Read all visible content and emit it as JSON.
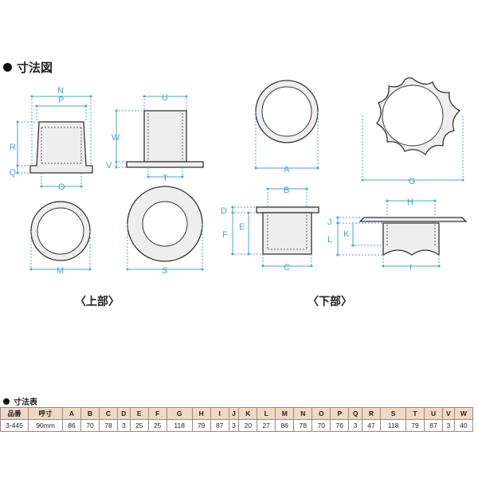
{
  "header": {
    "section_title": "寸法図"
  },
  "captions": {
    "upper": "〈上部〉",
    "lower": "〈下部〉"
  },
  "dim_labels": {
    "N": "N",
    "P": "P",
    "R": "R",
    "Q": "Q",
    "O": "O",
    "M": "M",
    "U": "U",
    "W": "W",
    "V": "V",
    "T": "T",
    "S": "S",
    "A": "A",
    "B": "B",
    "C": "C",
    "D": "D",
    "E": "E",
    "F": "F",
    "G": "G",
    "H": "H",
    "I": "I",
    "J": "J",
    "K": "K",
    "L": "L"
  },
  "table": {
    "title": "寸法表",
    "headers": [
      "品番",
      "呼寸",
      "A",
      "B",
      "C",
      "D",
      "E",
      "F",
      "G",
      "H",
      "I",
      "J",
      "K",
      "L",
      "M",
      "N",
      "O",
      "P",
      "Q",
      "R",
      "S",
      "T",
      "U",
      "V",
      "W"
    ],
    "rows": [
      [
        "3-445",
        "90mm",
        "86",
        "70",
        "78",
        "3",
        "25",
        "25",
        "118",
        "79",
        "87",
        "3",
        "20",
        "27",
        "86",
        "78",
        "70",
        "76",
        "3",
        "47",
        "118",
        "79",
        "87",
        "3",
        "40"
      ]
    ]
  },
  "colors": {
    "dimension_line": "#4aa6cc",
    "outline": "#333333",
    "part_fill": "#e8e8e8",
    "table_header": "#f0d8c4"
  }
}
